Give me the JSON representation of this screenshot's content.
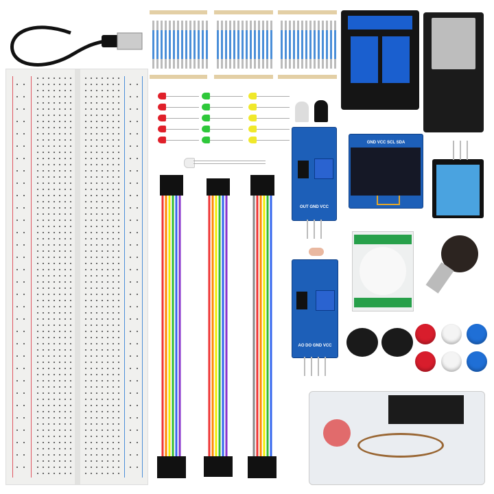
{
  "colors": {
    "pcb": "#1d5fb8",
    "breadboard": "#f0f0ee",
    "relay": "#1a5fcf",
    "esp32": "#1b1b1b",
    "dht11": "#4aa3e0",
    "led_red": "#e0202a",
    "led_green": "#2ec83a",
    "led_yellow": "#f0e82a",
    "button_red": "#d81d2c",
    "button_white": "#f4f4f4",
    "button_blue": "#1f6fd6"
  },
  "oled": {
    "pins_label": "GND VCC SCL SDA"
  },
  "ir_sensor": {
    "pins_label": "OUT GND VCC"
  },
  "light_sensor": {
    "pins_label": "AO DO GND VCC"
  }
}
